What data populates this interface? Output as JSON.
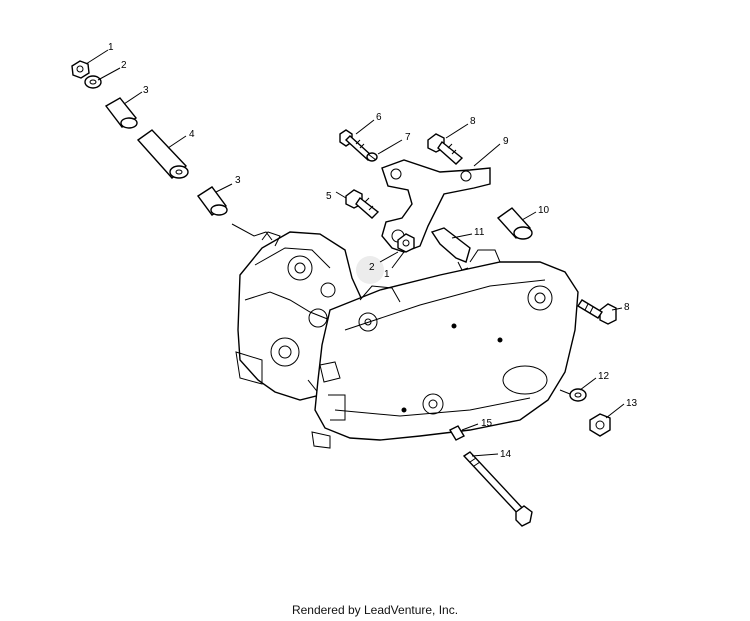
{
  "diagram": {
    "callouts": [
      {
        "id": "c1a",
        "label": "1"
      },
      {
        "id": "c2a",
        "label": "2"
      },
      {
        "id": "c3a",
        "label": "3"
      },
      {
        "id": "c4",
        "label": "4"
      },
      {
        "id": "c3b",
        "label": "3"
      },
      {
        "id": "c6",
        "label": "6"
      },
      {
        "id": "c7",
        "label": "7"
      },
      {
        "id": "c8a",
        "label": "8"
      },
      {
        "id": "c9",
        "label": "9"
      },
      {
        "id": "c10",
        "label": "10"
      },
      {
        "id": "c5",
        "label": "5"
      },
      {
        "id": "c11",
        "label": "11"
      },
      {
        "id": "c2b",
        "label": "2"
      },
      {
        "id": "c1b",
        "label": "1"
      },
      {
        "id": "c8b",
        "label": "8"
      },
      {
        "id": "c12",
        "label": "12"
      },
      {
        "id": "c13",
        "label": "13"
      },
      {
        "id": "c15",
        "label": "15"
      },
      {
        "id": "c14",
        "label": "14"
      }
    ]
  },
  "footer": {
    "text": "Rendered by LeadVenture, Inc."
  }
}
